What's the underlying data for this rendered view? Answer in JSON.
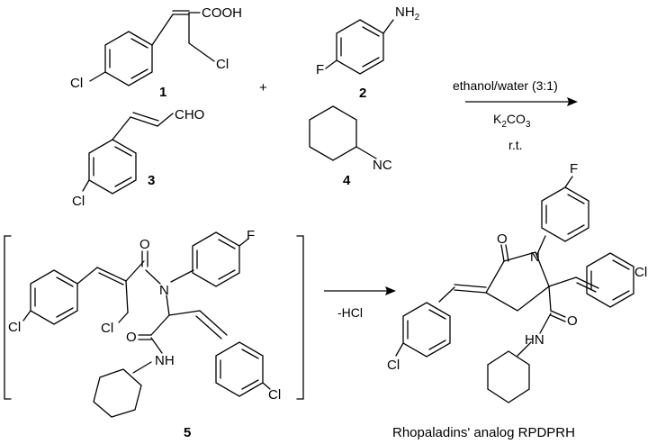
{
  "compounds": {
    "c1": {
      "number": "1",
      "cooh": "COOH",
      "cl_ring": "Cl",
      "cl_chain": "Cl"
    },
    "c2": {
      "number": "2",
      "nh2_base": "NH",
      "nh2_sub": "2",
      "f": "F"
    },
    "c3": {
      "number": "3",
      "cho": "CHO",
      "cl": "Cl"
    },
    "c4": {
      "number": "4",
      "nc": "NC"
    },
    "c5": {
      "number": "5",
      "o1": "O",
      "n": "N",
      "f": "F",
      "cl_ring": "Cl",
      "cl_chain": "Cl",
      "o2": "O",
      "nh": "NH",
      "cl_styryl": "Cl"
    },
    "product": {
      "o": "O",
      "n": "N",
      "f": "F",
      "cl_styryl": "Cl",
      "cl_ring": "Cl",
      "o_amide": "O",
      "hn": "HN",
      "name": "Rhopaladins' analog RPDPRH"
    }
  },
  "plus": "+",
  "conditions": {
    "solvent": "ethanol/water (3:1)",
    "base_k": "K",
    "base_sub": "2",
    "base_rest": "CO",
    "base_sub2": "3",
    "temp": "r.t."
  },
  "elimination": "-HCl"
}
